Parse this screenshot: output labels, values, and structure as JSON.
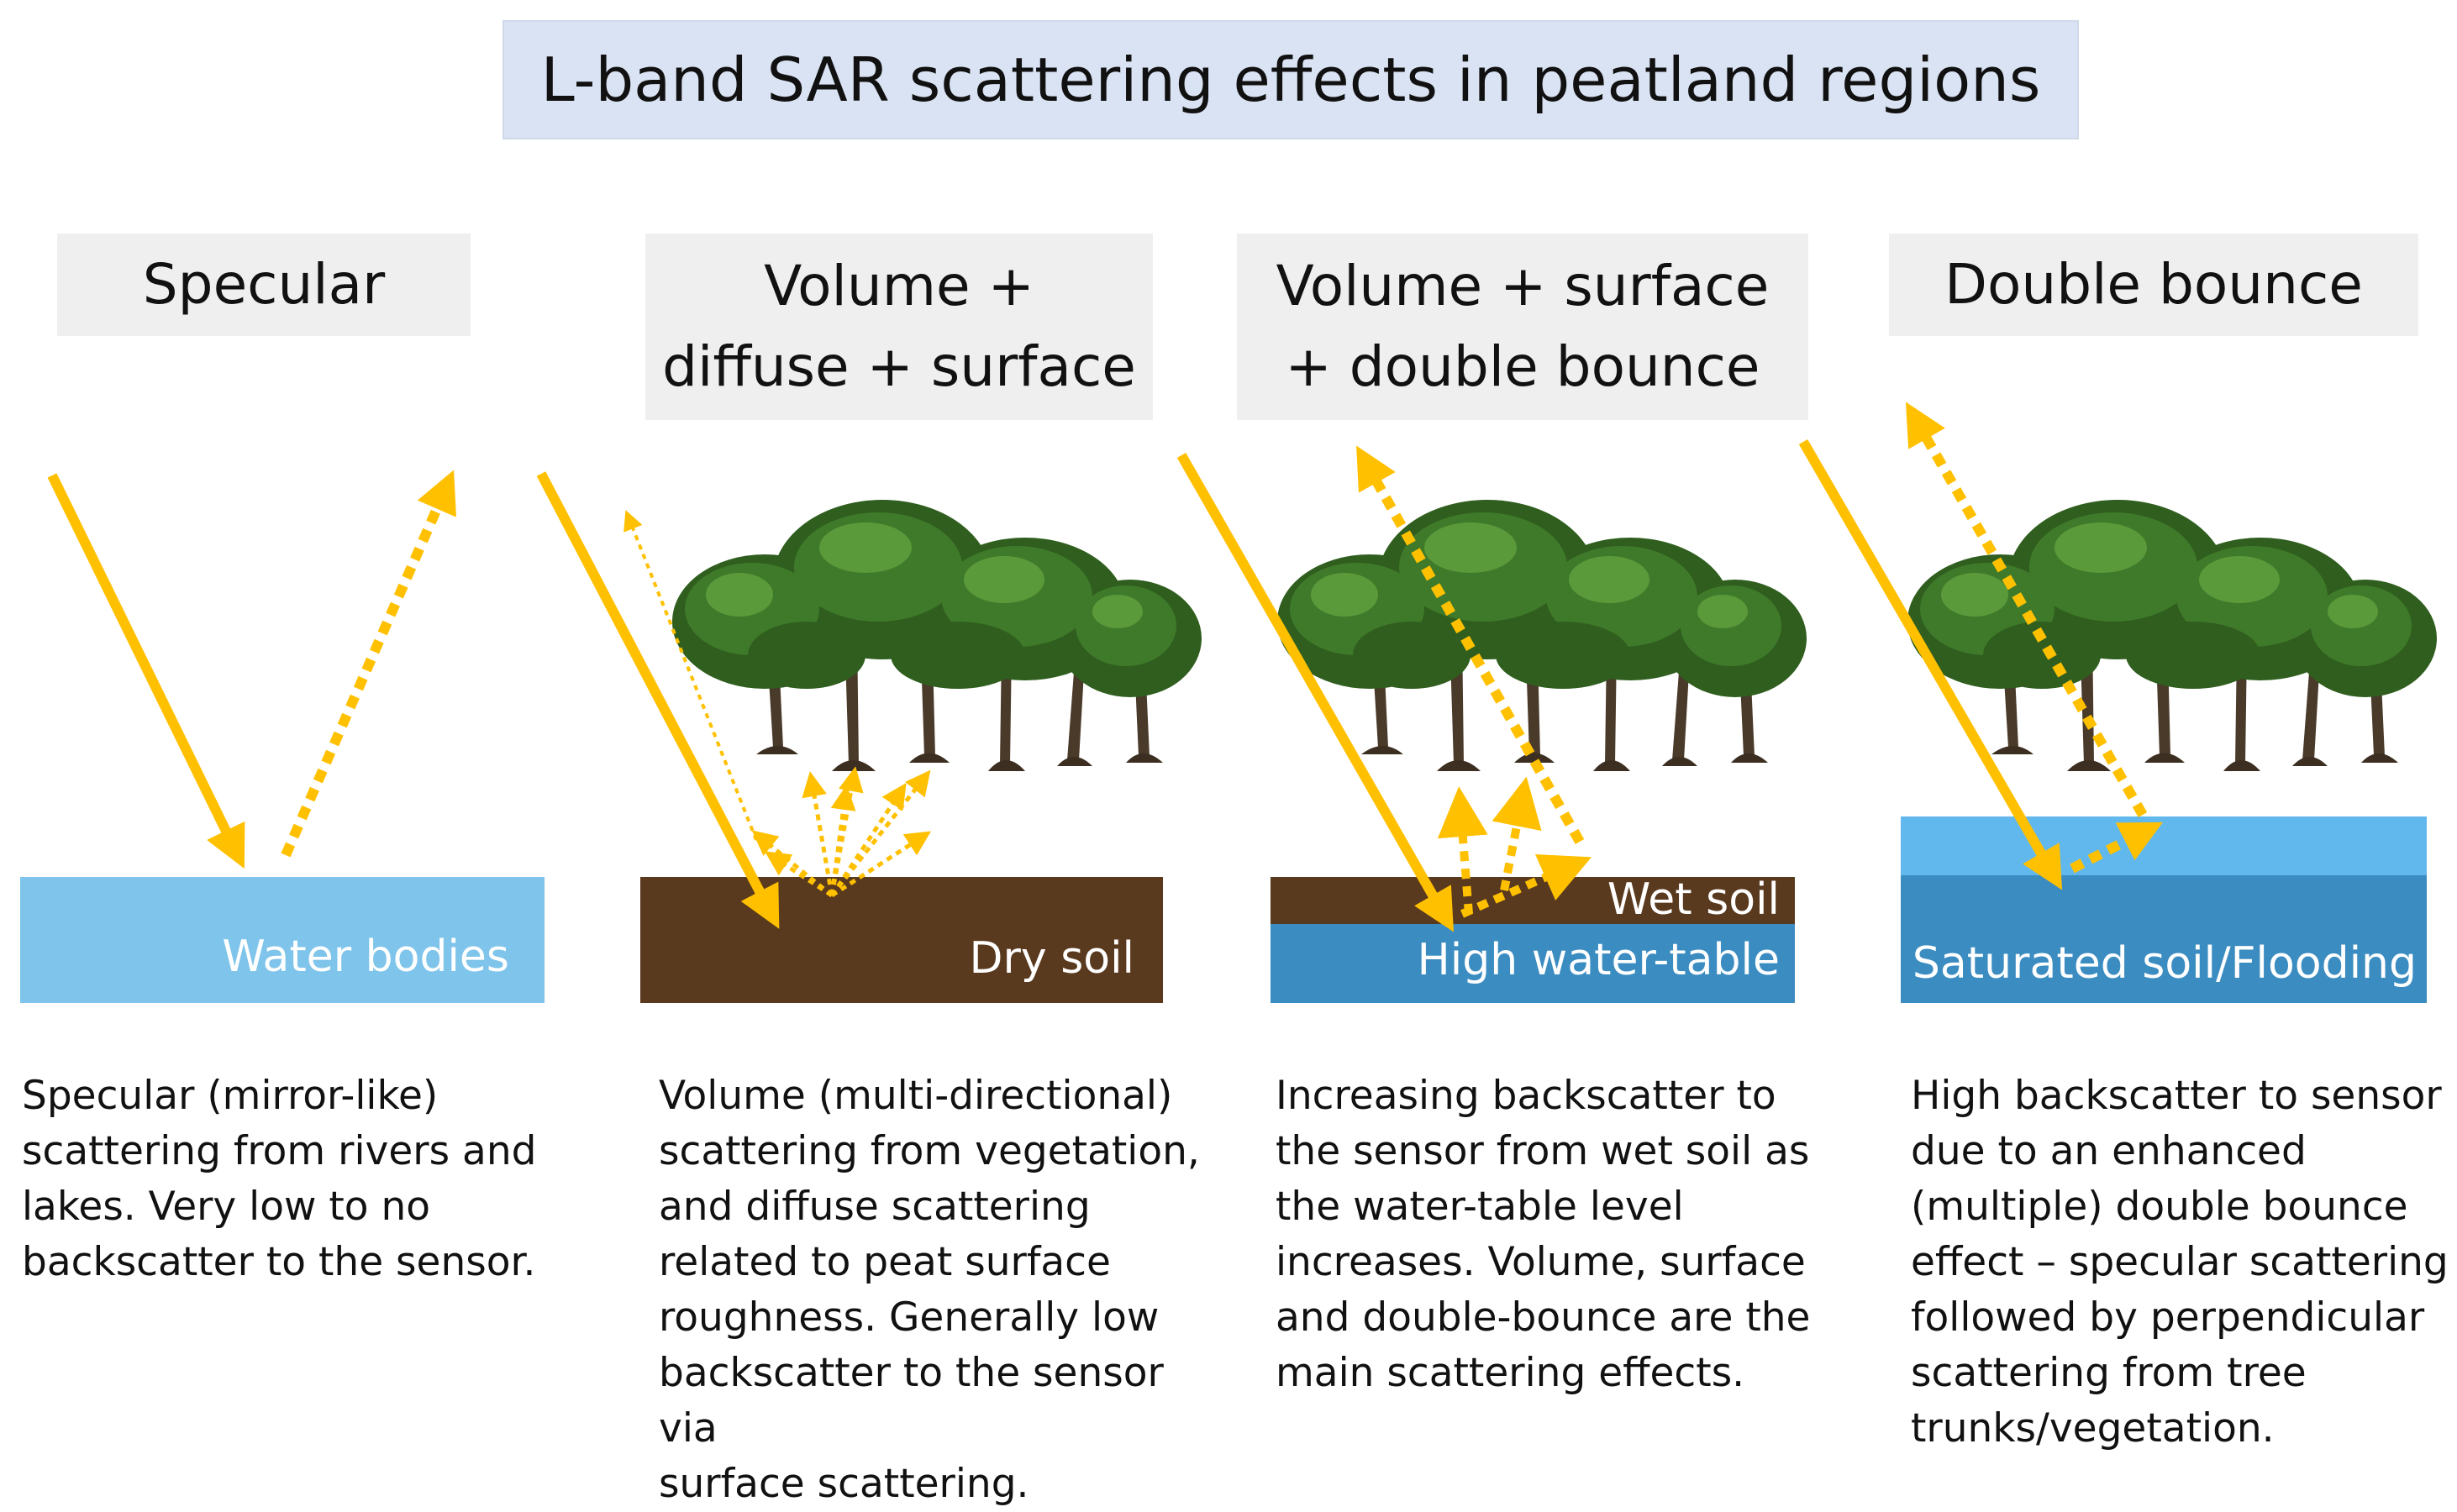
{
  "title": "L-band SAR scattering effects in peatland regions",
  "panels": [
    {
      "heading_lines": [
        "Specular"
      ],
      "ground_labels": [
        "Water bodies"
      ],
      "description_lines": [
        "Specular (mirror-like)",
        "scattering from rivers and",
        "lakes. Very low to no",
        "backscatter to the sensor."
      ]
    },
    {
      "heading_lines": [
        "Volume +",
        "diffuse + surface"
      ],
      "ground_labels": [
        "Dry soil"
      ],
      "description_lines": [
        "Volume (multi-directional)",
        "scattering from vegetation,",
        "and diffuse scattering",
        "related to peat surface",
        "roughness. Generally low",
        "backscatter to the sensor via",
        "surface scattering."
      ]
    },
    {
      "heading_lines": [
        "Volume + surface",
        "+ double bounce"
      ],
      "ground_labels": [
        "Wet soil",
        "High water-table"
      ],
      "description_lines": [
        "Increasing backscatter to",
        "the sensor from wet soil as",
        "the water-table level",
        "increases. Volume, surface",
        "and double-bounce are the",
        "main scattering effects."
      ]
    },
    {
      "heading_lines": [
        "Double bounce"
      ],
      "ground_labels": [
        "Saturated soil/Flooding"
      ],
      "description_lines": [
        "High backscatter to sensor",
        "due to an enhanced",
        "(multiple) double bounce",
        "effect – specular scattering",
        "followed by perpendicular",
        "scattering from tree",
        "trunks/vegetation."
      ]
    }
  ],
  "colors": {
    "arrow": "#ffc000",
    "water_light": "#7fc4ea",
    "water_dark": "#3a8cc1",
    "flood_light": "#61b8ec",
    "soil": "#5a3a1f",
    "canopy_dark": "#2f5e1e",
    "canopy_mid": "#3f7a2a",
    "canopy_light": "#5a9a3a",
    "trunk": "#4a3a2a",
    "header_bg": "#efefef",
    "title_bg": "#dae3f3"
  }
}
